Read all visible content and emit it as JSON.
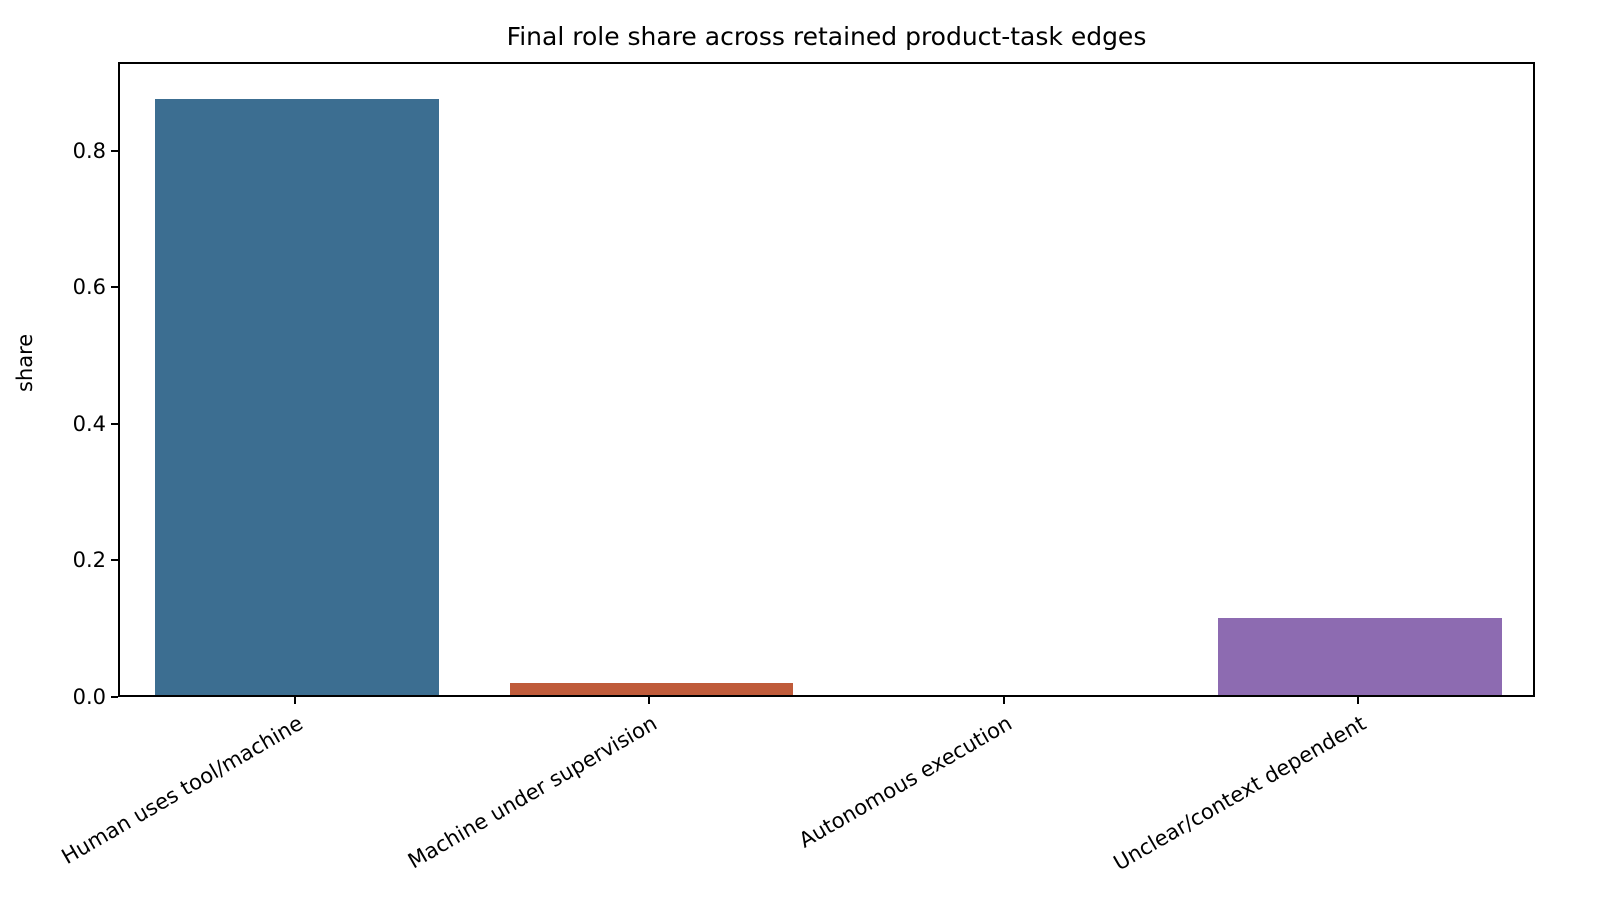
{
  "chart_data": {
    "type": "bar",
    "title": "Final role share across retained product-task edges",
    "xlabel": "",
    "ylabel": "share",
    "categories": [
      "Human uses tool/machine",
      "Machine under supervision",
      "Autonomous execution",
      "Unclear/context dependent"
    ],
    "values": [
      0.873,
      0.018,
      0.0,
      0.113
    ],
    "bar_colors": [
      "#3c6e91",
      "#bf5b3a",
      "#4f9152",
      "#8d6bb1"
    ],
    "ylim": [
      0.0,
      0.93
    ],
    "yticks": [
      0.0,
      0.2,
      0.4,
      0.6,
      0.8
    ],
    "ytick_labels": [
      "0.0",
      "0.2",
      "0.4",
      "0.6",
      "0.8"
    ],
    "grid": false,
    "legend": "none",
    "xtick_rotation": -30
  },
  "figure": {
    "background": "#ffffff",
    "axes_edge_color": "#000000",
    "text_color": "#000000"
  }
}
